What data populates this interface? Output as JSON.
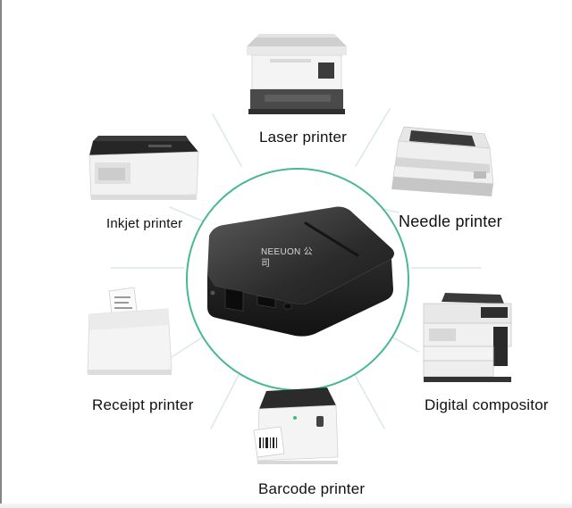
{
  "diagram": {
    "hub": {
      "brand_text": "NEEUON 公司",
      "ring_color": "#48b892"
    },
    "printers": [
      {
        "id": "laser",
        "label": "Laser printer"
      },
      {
        "id": "needle",
        "label": "Needle printer"
      },
      {
        "id": "digital",
        "label": "Digital compositor"
      },
      {
        "id": "barcode",
        "label": "Barcode printer"
      },
      {
        "id": "receipt",
        "label": "Receipt printer"
      },
      {
        "id": "inkjet",
        "label": "Inkjet printer"
      }
    ],
    "connector_color": "#dde9e4"
  }
}
